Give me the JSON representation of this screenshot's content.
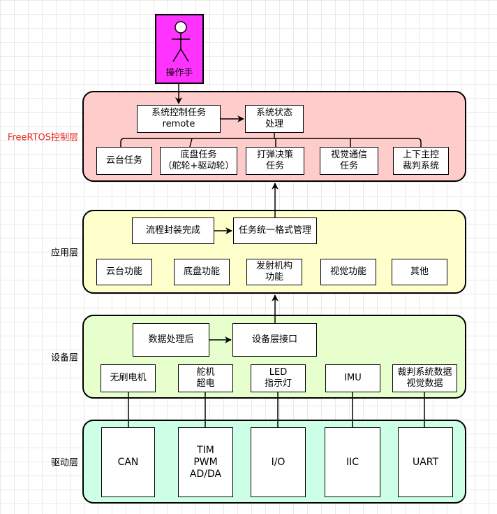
{
  "actor": {
    "label": "操作手"
  },
  "layers": {
    "freertos": {
      "label": "FreeRTOS控制层",
      "label_color": "#e8241b",
      "fill": "#ffcccc",
      "system_task": "系统控制任务\nremote",
      "system_state": "系统状态\n处理",
      "tasks": [
        "云台任务",
        "底盘任务\n（舵轮+驱动轮）",
        "打弹决策\n任务",
        "视觉通信\n任务",
        "上下主控\n裁判系统"
      ]
    },
    "application": {
      "label": "应用层",
      "fill": "#ffffcc",
      "process": "流程封装完成",
      "manage": "任务统一格式管理",
      "functions": [
        "云台功能",
        "底盘功能",
        "发射机构\n功能",
        "视觉功能",
        "其他"
      ]
    },
    "device": {
      "label": "设备层",
      "fill": "#e6ffcc",
      "process": "数据处理后",
      "interface": "设备层接口",
      "devices": [
        "无刷电机",
        "舵机\n超电",
        "LED\n指示灯",
        "IMU",
        "裁判系统数据\n视觉数据"
      ]
    },
    "driver": {
      "label": "驱动层",
      "fill": "#ccffe6",
      "drivers": [
        "CAN",
        "TIM\nPWM\nAD/DA",
        "I/O",
        "IIC",
        "UART"
      ]
    }
  }
}
